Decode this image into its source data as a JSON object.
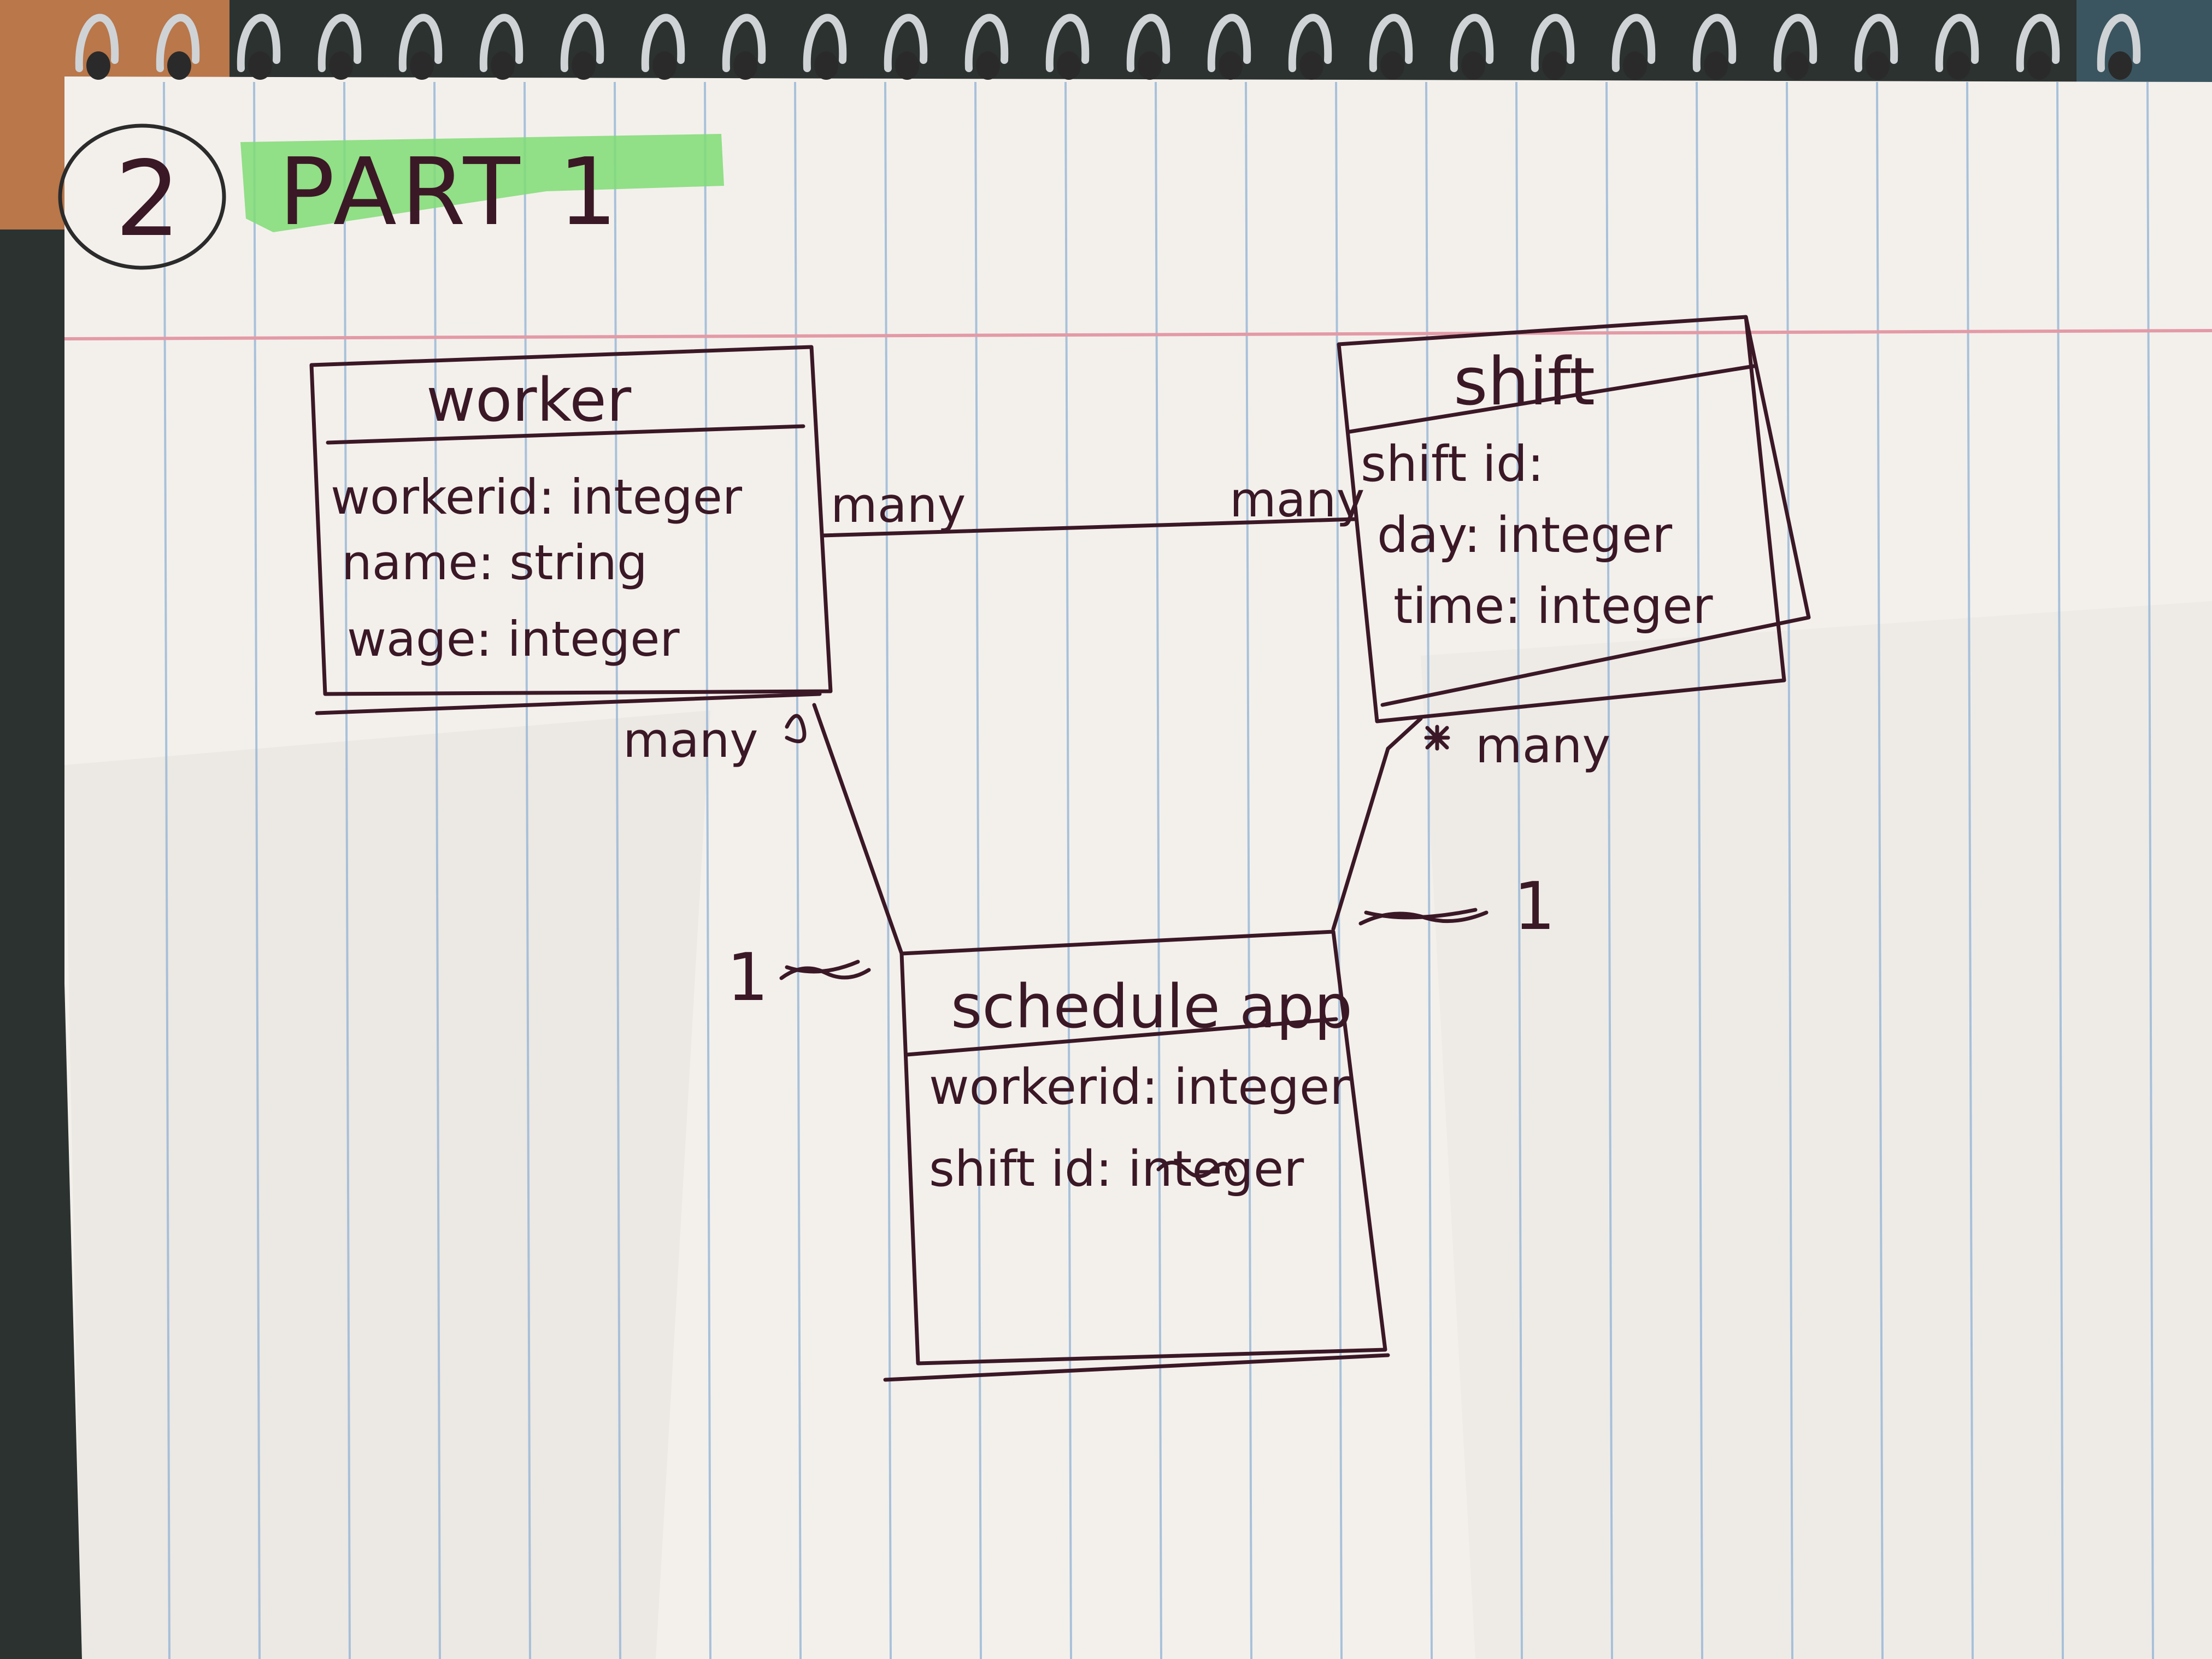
{
  "page": {
    "number": "2",
    "heading": "PART 1",
    "highlight_color": "#7fdc74",
    "ink_color": "#3b1826"
  },
  "classes": {
    "worker": {
      "name": "worker",
      "attributes": [
        "workerid: integer",
        "name: string",
        "wage: integer"
      ]
    },
    "shift": {
      "name": "shift",
      "attributes": [
        "shift id:",
        "day: integer",
        "time: integer"
      ]
    },
    "schedule_app": {
      "name": "schedule app",
      "attributes": [
        "workerid: integer",
        "shift id: integer"
      ]
    }
  },
  "relations": {
    "worker_shift": {
      "worker_end": "many",
      "shift_end": "many"
    },
    "worker_schedule": {
      "worker_end": "many",
      "schedule_end": "1"
    },
    "shift_schedule": {
      "shift_end": "many",
      "schedule_end": "1"
    }
  }
}
